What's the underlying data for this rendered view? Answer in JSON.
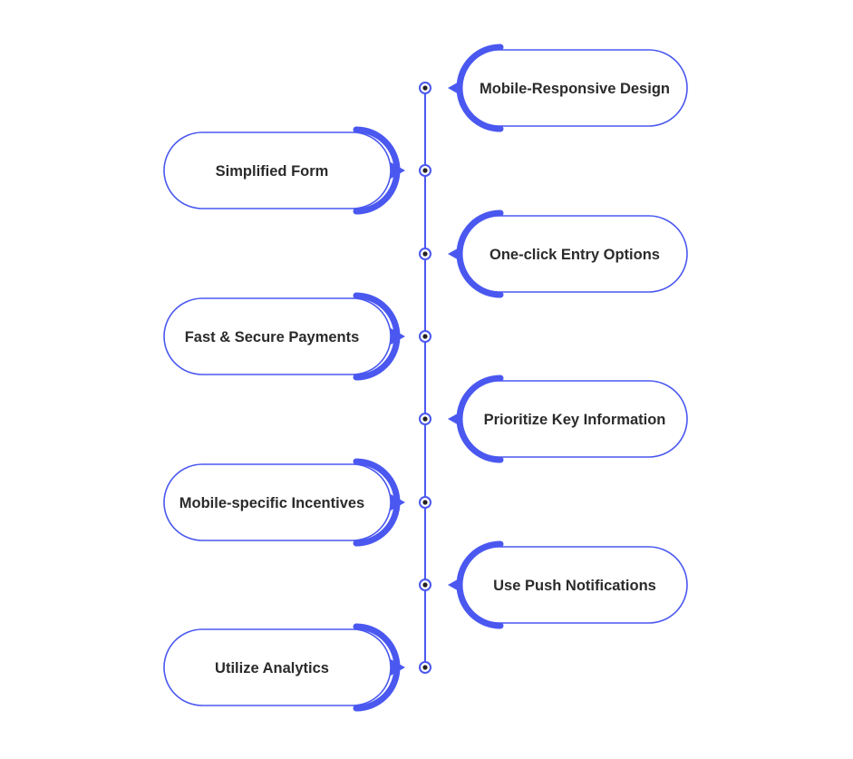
{
  "colors": {
    "accent": "#4a58f0",
    "text": "#2b2b2b",
    "background": "#ffffff",
    "node_fill": "#ffffff"
  },
  "timeline": {
    "items": [
      {
        "label": "Mobile-Responsive Design",
        "side": "right"
      },
      {
        "label": "Simplified Form",
        "side": "left"
      },
      {
        "label": "One-click Entry Options",
        "side": "right"
      },
      {
        "label": "Fast & Secure Payments",
        "side": "left"
      },
      {
        "label": "Prioritize Key Information",
        "side": "right"
      },
      {
        "label": "Mobile-specific Incentives",
        "side": "left"
      },
      {
        "label": "Use Push Notifications",
        "side": "right"
      },
      {
        "label": "Utilize Analytics",
        "side": "left"
      }
    ]
  }
}
